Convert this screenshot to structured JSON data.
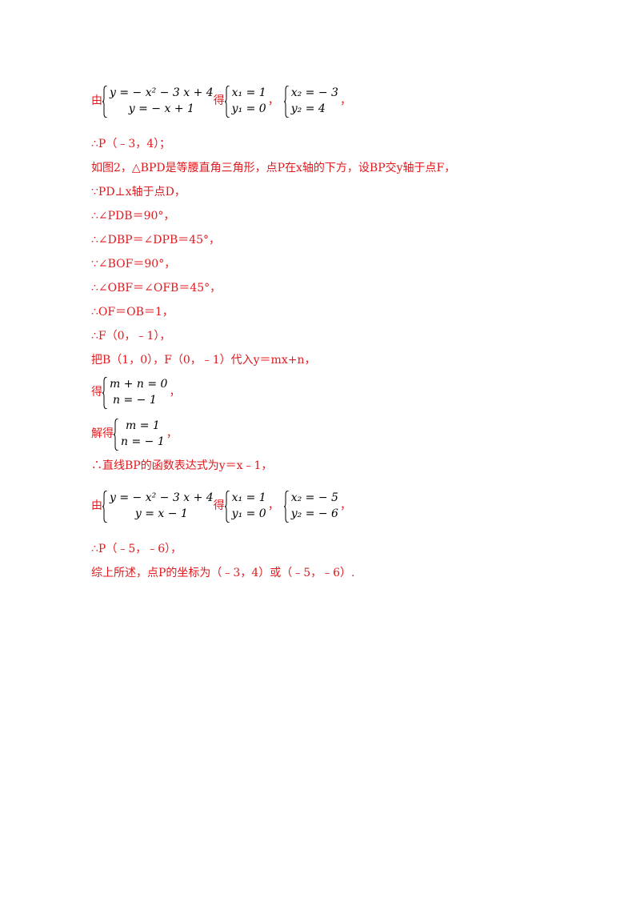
{
  "lines": [
    {
      "text": "∴P（﹣3，4）；"
    },
    {
      "text": "如图2，△BPD是等腰直角三角形，点P在x轴的下方，设BP交y轴于点F，"
    },
    {
      "text": "∵PD⊥x轴于点D，"
    },
    {
      "text": "∴∠PDB＝90°，"
    },
    {
      "text": "∴∠DBP＝∠DPB＝45°，"
    },
    {
      "text": "∵∠BOF＝90°，"
    },
    {
      "text": "∴∠OBF＝∠OFB＝45°，"
    },
    {
      "text": "∴OF＝OB＝1，"
    },
    {
      "text": "∴F（0，﹣1），"
    },
    {
      "text": "把B（1，0），F（0，﹣1）代入y＝mx+n，"
    },
    {
      "text": "∴直线BP的函数表达式为y＝x﹣1，"
    },
    {
      "text": "∴P（﹣5，﹣6），"
    },
    {
      "text": "综上所述，点P的坐标为（﹣3，4）或（﹣5，﹣6）."
    }
  ],
  "system1": {
    "prefix": "由",
    "eq1": "y = − x² − 3 x + 4",
    "eq2": "y = − x + 1",
    "de": "得",
    "sol1a": "x₁ = 1",
    "sol1b": "y₁ = 0",
    "sol2a": "x₂ = − 3",
    "sol2b": "y₂ = 4",
    "comma": "，"
  },
  "system2": {
    "prefix": "得",
    "eq1": "m + n = 0",
    "eq2": "n = − 1",
    "comma": "，"
  },
  "system3": {
    "prefix": "解得",
    "eq1": "m = 1",
    "eq2": "n = − 1",
    "comma": "，"
  },
  "system4": {
    "prefix": "由",
    "eq1": "y = − x² − 3 x + 4",
    "eq2": "y = x − 1",
    "de": "得",
    "sol1a": "x₁ = 1",
    "sol1b": "y₁ = 0",
    "sol2a": "x₂ = − 5",
    "sol2b": "y₂ = − 6",
    "comma": "，"
  }
}
